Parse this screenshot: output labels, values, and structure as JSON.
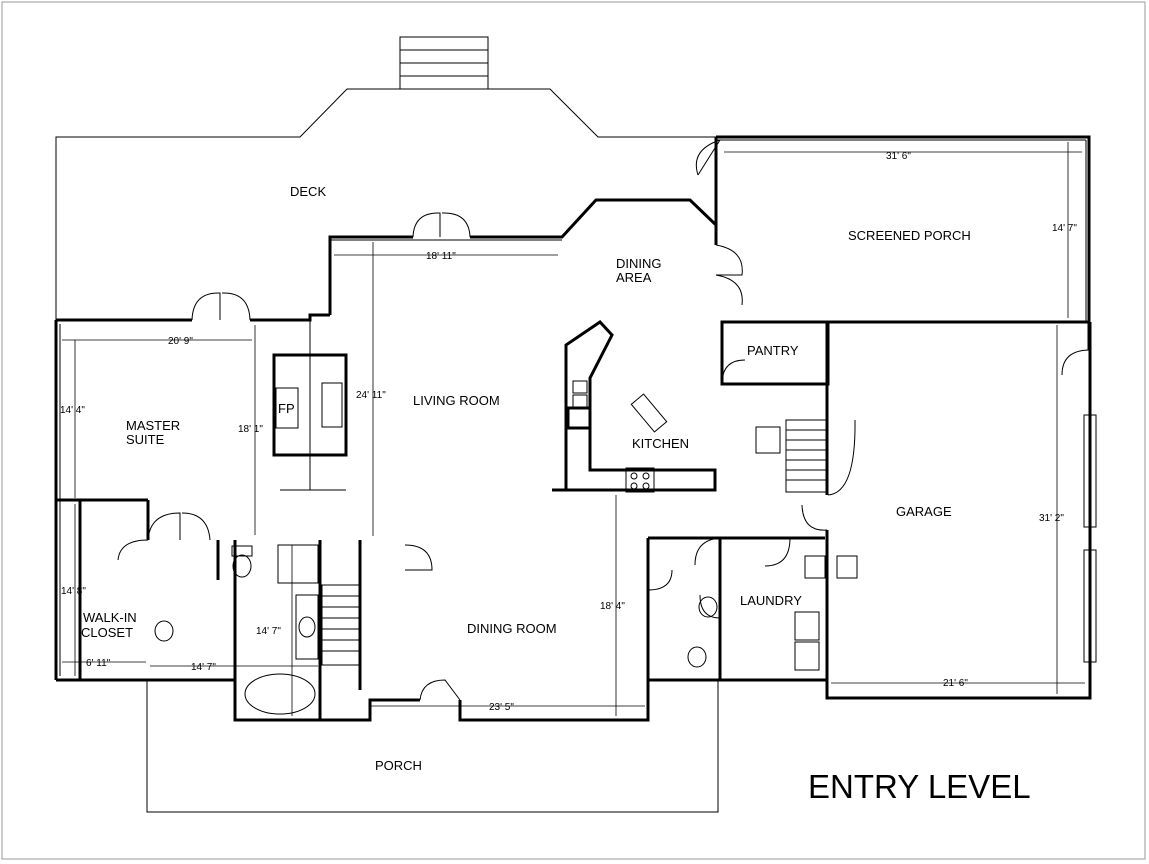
{
  "plan": {
    "title": "ENTRY LEVEL",
    "rooms": {
      "deck": "DECK",
      "screened_porch": "SCREENED PORCH",
      "dining_area_line1": "DINING",
      "dining_area_line2": "AREA",
      "pantry": "PANTRY",
      "master_suite_line1": "MASTER",
      "master_suite_line2": "SUITE",
      "fireplace": "FP",
      "living_room": "LIVING ROOM",
      "kitchen": "KITCHEN",
      "garage": "GARAGE",
      "walkin_closet_line1": "WALK-IN",
      "walkin_closet_line2": "CLOSET",
      "dining_room": "DINING ROOM",
      "laundry": "LAUNDRY",
      "porch": "PORCH"
    },
    "dimensions": {
      "screened_porch_width": "31' 6\"",
      "screened_porch_depth": "14' 7\"",
      "living_room_width": "18' 11\"",
      "living_room_depth": "24' 11\"",
      "master_suite_width": "20' 9\"",
      "master_suite_depth": "14' 4\"",
      "fireplace_wall": "18' 1\"",
      "garage_depth": "31' 2\"",
      "garage_width": "21' 6\"",
      "dining_room_depth": "18' 4\"",
      "dining_room_width": "23' 5\"",
      "closet_depth": "14' 8\"",
      "closet_width": "6' 11\"",
      "bath_width": "14' 7\"",
      "bath_depth": "14' 7\""
    }
  }
}
